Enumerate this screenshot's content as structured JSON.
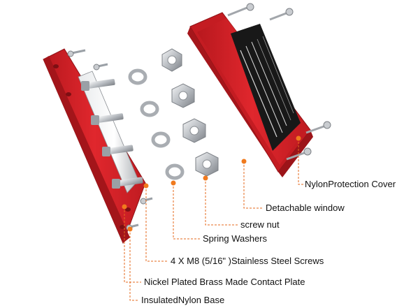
{
  "labels": {
    "cover": "NylonProtection Cover",
    "window": "Detachable window",
    "nut": "screw nut",
    "washers": "Spring Washers",
    "studs": "4 X M8 (5/16\" )Stainless Steel Screws",
    "plate": "Nickel Plated Brass Made Contact Plate",
    "base": "InsulatedNylon Base"
  },
  "colors": {
    "red_body": "#d8252b",
    "red_dark": "#a8161b",
    "leader_line": "#e66a1e",
    "metal": "#c9ccd0",
    "label_panel": "#1a1a1a"
  }
}
